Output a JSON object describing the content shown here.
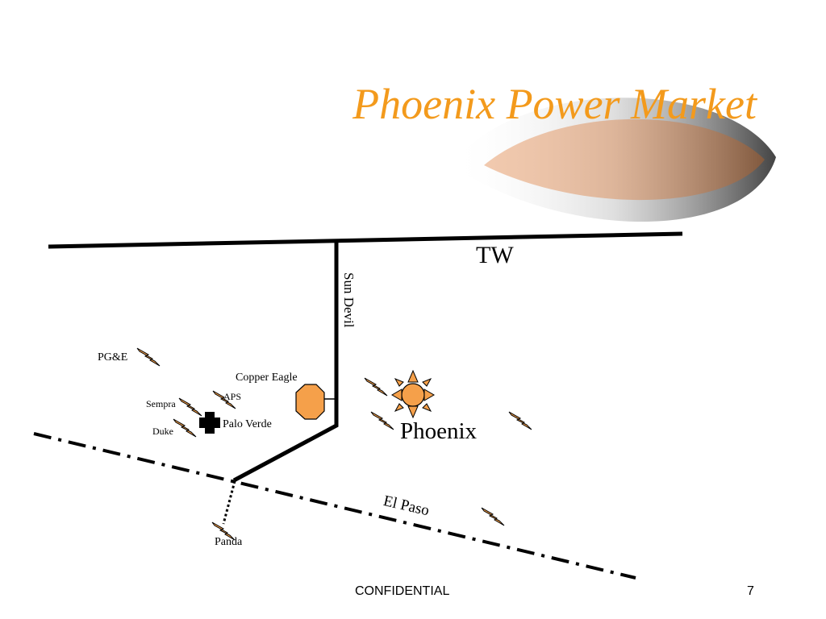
{
  "slide": {
    "title": "Phoenix Power Market",
    "footer_text": "CONFIDENTIAL",
    "page_number": "7"
  },
  "map": {
    "pipelines": {
      "tw": "TW",
      "sun_devil": "Sun Devil",
      "el_paso": "El Paso"
    },
    "locations": {
      "phoenix": "Phoenix",
      "palo_verde": "Palo Verde",
      "copper_eagle": "Copper Eagle",
      "panda": "Panda",
      "pge": "PG&E",
      "aps": "APS",
      "sempra": "Sempra",
      "duke": "Duke"
    }
  },
  "colors": {
    "title": "#f39a1c",
    "bolt_fill": "#f5a04a",
    "sun_fill": "#f5a04a",
    "octagon_fill": "#f5a04a"
  },
  "icons": [
    "lightning-bolt-icon",
    "sun-icon",
    "octagon-icon",
    "cross-icon"
  ]
}
